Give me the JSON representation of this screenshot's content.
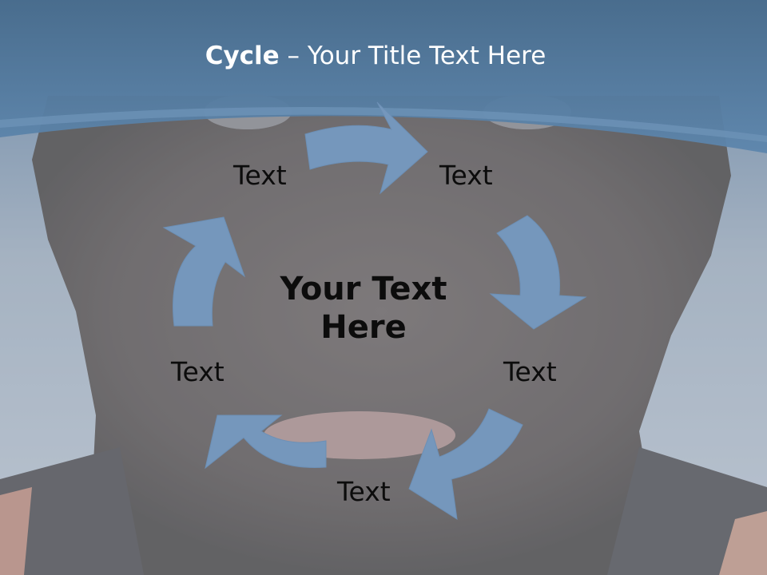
{
  "slide": {
    "title_bold": "Cycle",
    "title_rest": " – Your Title Text Here",
    "center_line1": "Your Text",
    "center_line2": "Here",
    "labels": [
      "Text",
      "Text",
      "Text",
      "Text",
      "Text"
    ]
  },
  "icons": {
    "arrow": "curved-arrow-icon"
  },
  "colors": {
    "arrow": "#7597bc",
    "header": "#4a7ba6",
    "text": "#0c0c0c",
    "title": "#ffffff"
  }
}
